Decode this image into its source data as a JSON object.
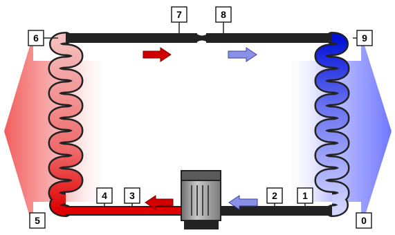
{
  "diagram": {
    "point_labels": [
      "0",
      "1",
      "2",
      "3",
      "4",
      "5",
      "6",
      "7",
      "8",
      "9"
    ],
    "colors": {
      "hot_dark": "#e00000",
      "hot_light": "#f6b3b3",
      "cold_dark": "#0010d6",
      "cold_light": "#cfd2ff",
      "outline": "#222222",
      "compressor_body": "#9a9a9a",
      "compressor_base": "#222222",
      "heat_out": "#f25c5c",
      "heat_in": "#6f76ff"
    },
    "icons": {
      "compressor": "compressor-icon",
      "flow_arrow": "flow-arrow-icon",
      "heat_arrow": "heat-transfer-arrow-icon"
    }
  }
}
